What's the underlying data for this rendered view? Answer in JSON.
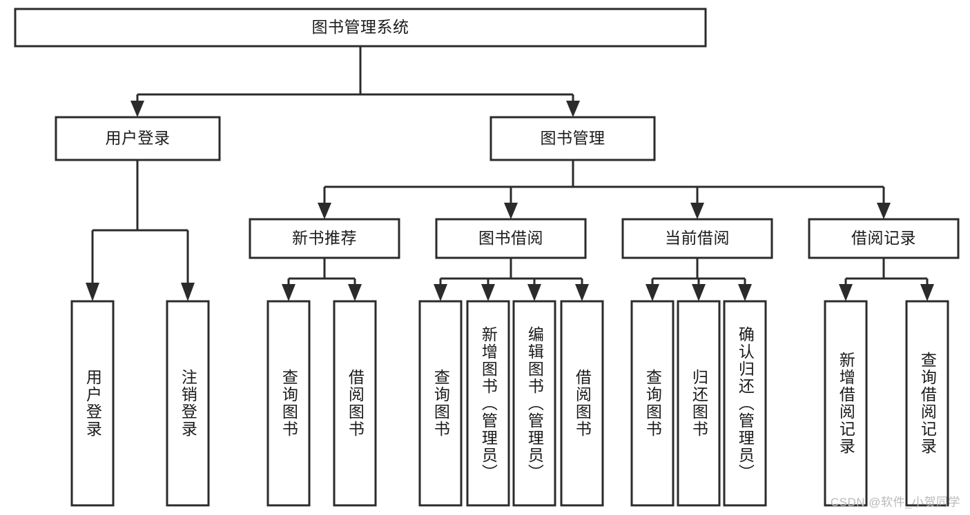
{
  "diagram": {
    "title_node": {
      "label": "图书管理系统"
    },
    "level2": [
      {
        "id": "user-login",
        "label": "用户登录"
      },
      {
        "id": "book-management",
        "label": "图书管理"
      }
    ],
    "level3": [
      {
        "id": "new-book-recommend",
        "label": "新书推荐"
      },
      {
        "id": "book-borrow",
        "label": "图书借阅"
      },
      {
        "id": "current-borrow",
        "label": "当前借阅"
      },
      {
        "id": "borrow-record",
        "label": "借阅记录"
      }
    ],
    "leaves": {
      "user_login": [
        {
          "id": "leaf-user-login",
          "label": "用户登录"
        },
        {
          "id": "leaf-logout",
          "label": "注销登录"
        }
      ],
      "new_book_recommend": [
        {
          "id": "leaf-query-book-1",
          "label": "查询图书"
        },
        {
          "id": "leaf-borrow-book-1",
          "label": "借阅图书"
        }
      ],
      "book_borrow": [
        {
          "id": "leaf-query-book-2",
          "label": "查询图书"
        },
        {
          "id": "leaf-add-book",
          "label": "新增图书（管理员）"
        },
        {
          "id": "leaf-edit-book",
          "label": "编辑图书（管理员）"
        },
        {
          "id": "leaf-borrow-book-2",
          "label": "借阅图书"
        }
      ],
      "current_borrow": [
        {
          "id": "leaf-query-book-3",
          "label": "查询图书"
        },
        {
          "id": "leaf-return-book",
          "label": "归还图书"
        },
        {
          "id": "leaf-confirm-return",
          "label": "确认归还（管理员）"
        }
      ],
      "borrow_record": [
        {
          "id": "leaf-add-record",
          "label": "新增借阅记录"
        },
        {
          "id": "leaf-query-record",
          "label": "查询借阅记录"
        }
      ]
    },
    "watermark": "CSDN @软件_小贺同学",
    "colors": {
      "stroke": "#2b2b2b",
      "fill": "#ffffff",
      "text": "#1a1a1a",
      "watermark": "#b9b9b9"
    }
  }
}
